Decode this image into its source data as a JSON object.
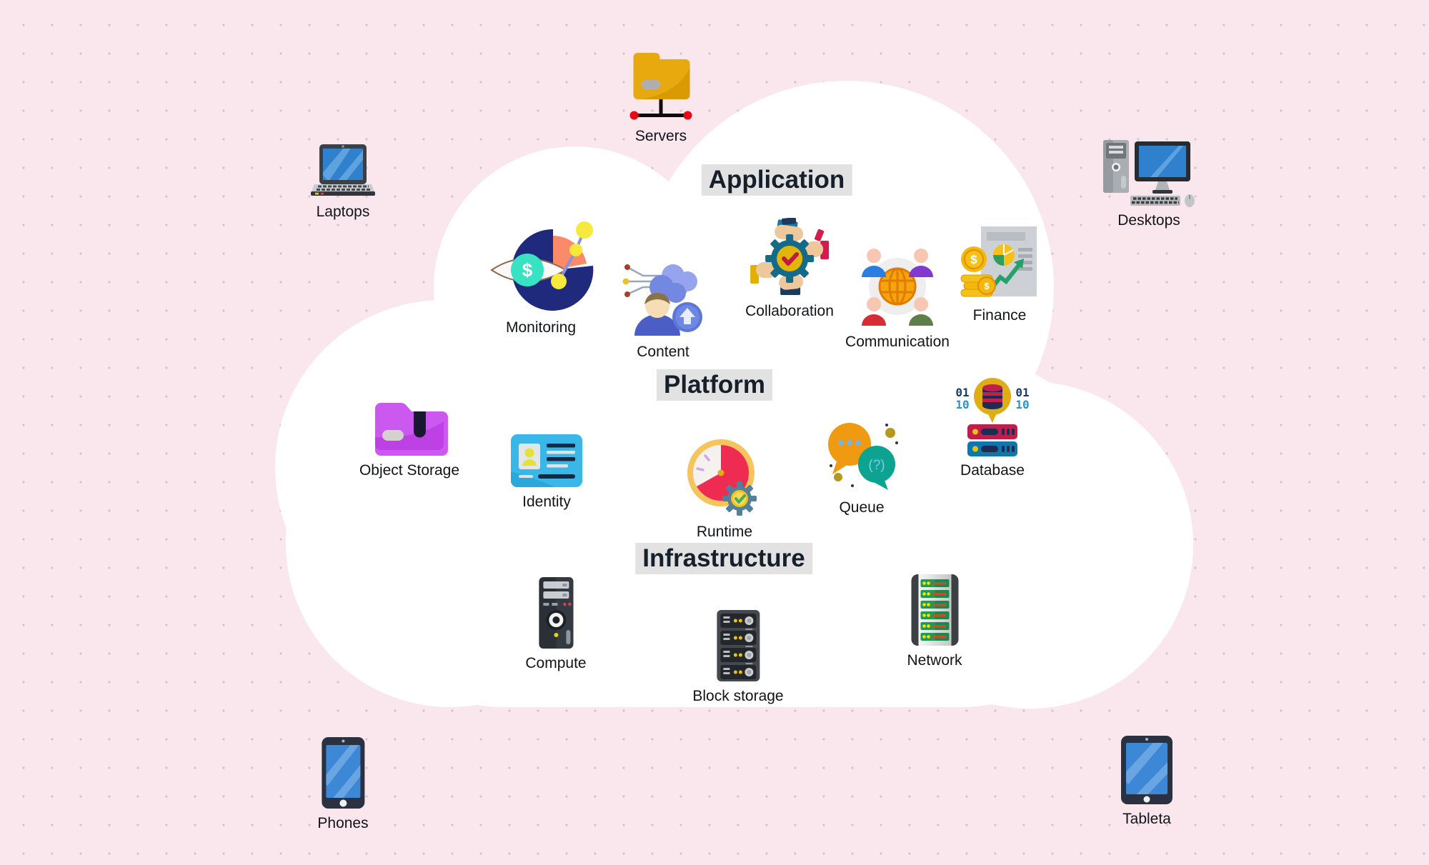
{
  "scene": {
    "background_color": "#fae7ee",
    "dot_color": "#cfc2c9",
    "cloud_color": "#ffffff",
    "header_highlight_color": "#e2e2e2",
    "header_text_color": "#15202b",
    "label_text_color": "#121418"
  },
  "devices": {
    "servers": {
      "label": "Servers"
    },
    "laptops": {
      "label": "Laptops"
    },
    "desktops": {
      "label": "Desktops"
    },
    "phones": {
      "label": "Phones"
    },
    "tablets": {
      "label": "Tableta"
    }
  },
  "layers": {
    "application": {
      "title": "Application",
      "items": {
        "monitoring": {
          "label": "Monitoring",
          "icon_dollar": "$"
        },
        "content": {
          "label": "Content"
        },
        "collaboration": {
          "label": "Collaboration"
        },
        "communication": {
          "label": "Communication"
        },
        "finance": {
          "label": "Finance",
          "icon_dollar": "$"
        }
      }
    },
    "platform": {
      "title": "Platform",
      "items": {
        "object_storage": {
          "label": "Object Storage"
        },
        "identity": {
          "label": "Identity"
        },
        "runtime": {
          "label": "Runtime"
        },
        "queue": {
          "label": "Queue",
          "icon_text": "(?)"
        },
        "database": {
          "label": "Database",
          "binary": {
            "lt": "01",
            "lb": "10",
            "rt": "01",
            "rb": "10"
          }
        }
      }
    },
    "infrastructure": {
      "title": "Infrastructure",
      "items": {
        "compute": {
          "label": "Compute"
        },
        "block_storage": {
          "label": "Block storage"
        },
        "network": {
          "label": "Network"
        }
      }
    }
  }
}
